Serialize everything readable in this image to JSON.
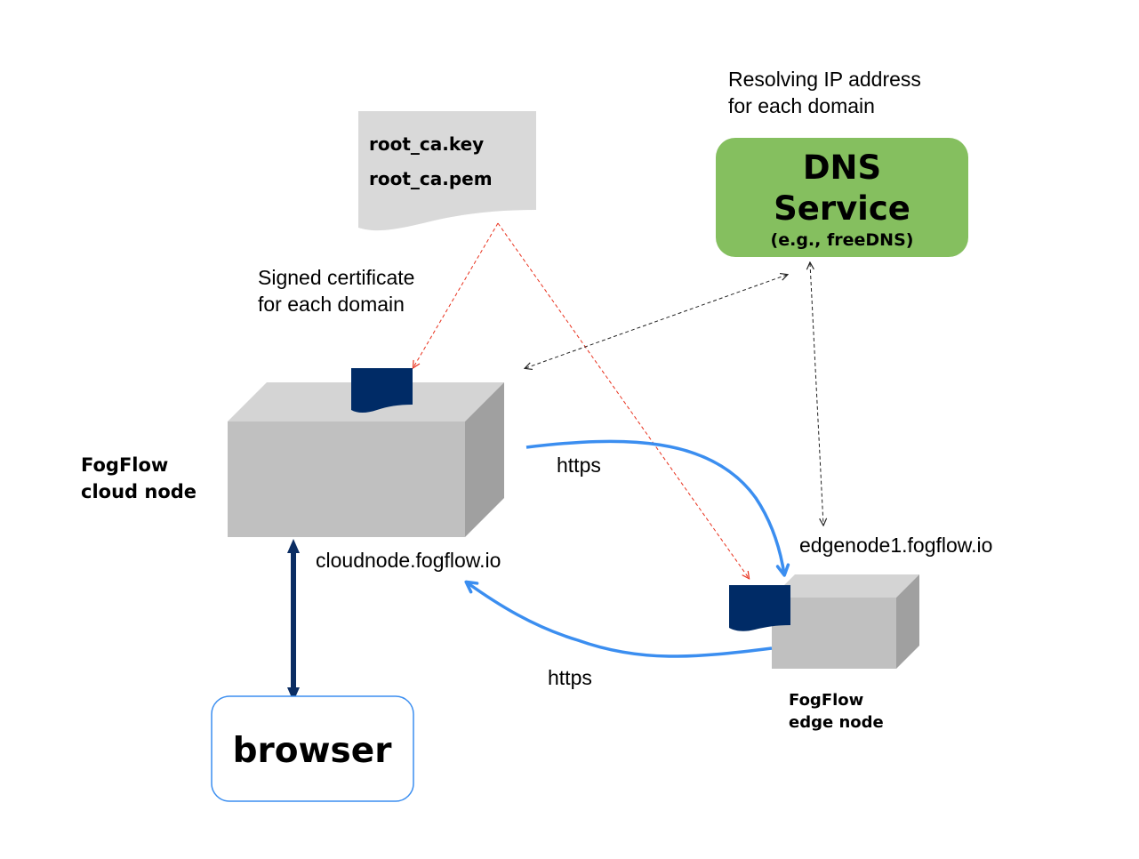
{
  "certificate_doc": {
    "lines": [
      "root_ca.key",
      "root_ca.pem"
    ]
  },
  "annotations": {
    "resolving": [
      "Resolving IP address",
      "for each domain"
    ],
    "signed": [
      "Signed certificate",
      "for each domain"
    ]
  },
  "dns": {
    "title_line1": "DNS",
    "title_line2": "Service",
    "subtitle": "(e.g., freeDNS)"
  },
  "cloud_node": {
    "label_line1": "FogFlow",
    "label_line2": "cloud node",
    "domain": "cloudnode.fogflow.io"
  },
  "edge_node": {
    "label_line1": "FogFlow",
    "label_line2": "edge node",
    "domain": "edgenode1.fogflow.io"
  },
  "connections": {
    "https_top": "https",
    "https_bottom": "https"
  },
  "browser": {
    "label": "browser"
  },
  "colors": {
    "dns_fill": "#85bf5f",
    "box_front": "#c0c0c0",
    "box_top": "#d4d4d4",
    "box_side": "#a0a0a0",
    "doc_fill": "#d9d9d9",
    "cert_fill": "#002b66",
    "https_arrow": "#3b8ef0",
    "browser_border": "#3b8ef0",
    "browser_arrow": "#0b2d63",
    "red_dashed": "#e8301c",
    "black_dashed": "#222222"
  }
}
